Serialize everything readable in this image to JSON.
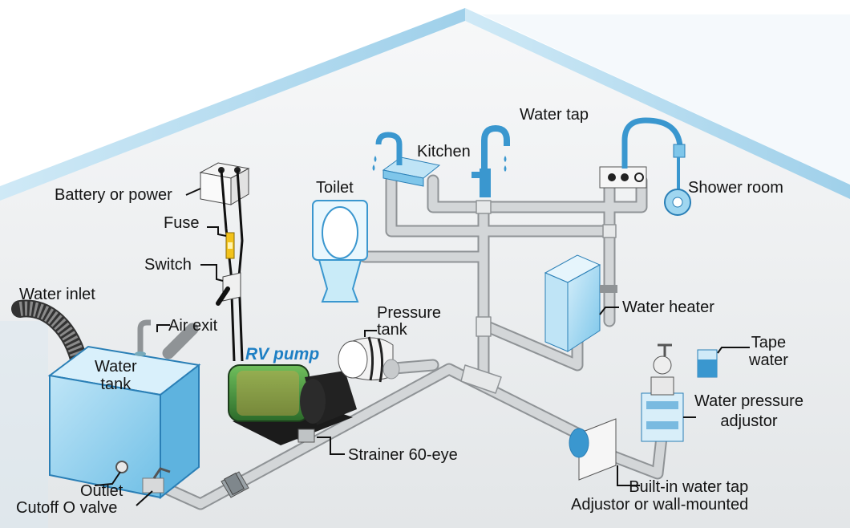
{
  "labels": {
    "battery": "Battery or power",
    "fuse": "Fuse",
    "switch": "Switch",
    "water_inlet": "Water inlet",
    "air_exit": "Air exit",
    "water_tank": "Water\ntank",
    "outlet": "Outlet",
    "cutoff_valve": "Cutoff O valve",
    "rv_pump": "RV pump",
    "strainer": "Strainer 60-eye",
    "pressure_tank": "Pressure\ntank",
    "toilet": "Toilet",
    "kitchen": "Kitchen",
    "water_tap": "Water tap",
    "shower_room": "Shower room",
    "water_heater": "Water heater",
    "tape_water": "Tape\nwater",
    "water_pressure_adjustor": "Water pressure\nadjustor",
    "built_in_tap": "Built-in water tap\nAdjustor or wall-mounted"
  },
  "colors": {
    "pipe": "#c7cacc",
    "pipe_edge": "#8f9396",
    "tank_blue": "#8fd0f0",
    "pump_green": "#3d8f3a",
    "rv_text": "#1e7fc4",
    "wall": "#eceff1",
    "roof": "#bfe2f3",
    "leader": "#111111"
  }
}
